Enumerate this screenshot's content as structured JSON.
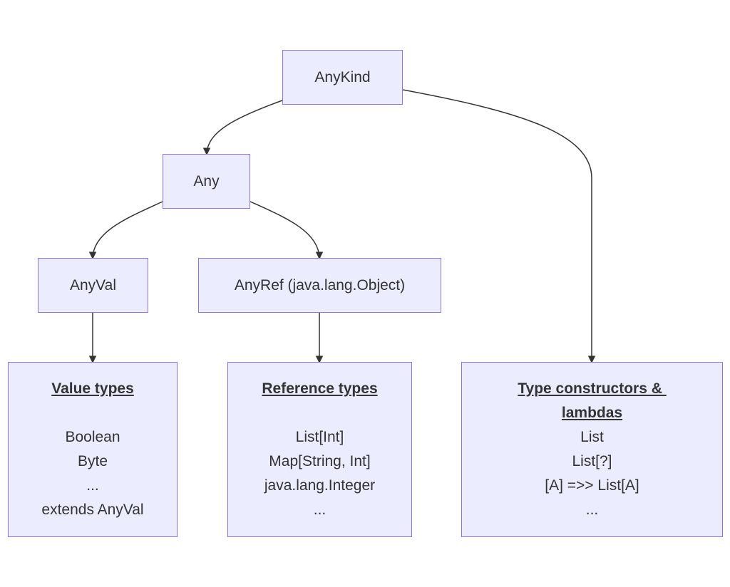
{
  "nodes": {
    "anykind": {
      "label": "AnyKind"
    },
    "any": {
      "label": "Any"
    },
    "anyval": {
      "label": "AnyVal"
    },
    "anyref": {
      "label": "AnyRef (java.lang.Object)"
    },
    "value_types": {
      "heading": "Value types",
      "items": [
        "Boolean",
        "Byte",
        "...",
        "extends AnyVal"
      ]
    },
    "reference_types": {
      "heading": "Reference types",
      "items": [
        "List[Int]",
        "Map[String, Int]",
        "java.lang.Integer",
        "..."
      ]
    },
    "type_constructors": {
      "heading_line1": "Type constructors & ",
      "heading_line2": "lambdas",
      "items": [
        "List",
        "List[?]",
        "[A] =>> List[A]",
        "..."
      ]
    }
  },
  "colors": {
    "node_fill": "#ececff",
    "node_border": "#9370db",
    "edge": "#333333",
    "text": "#333333"
  }
}
